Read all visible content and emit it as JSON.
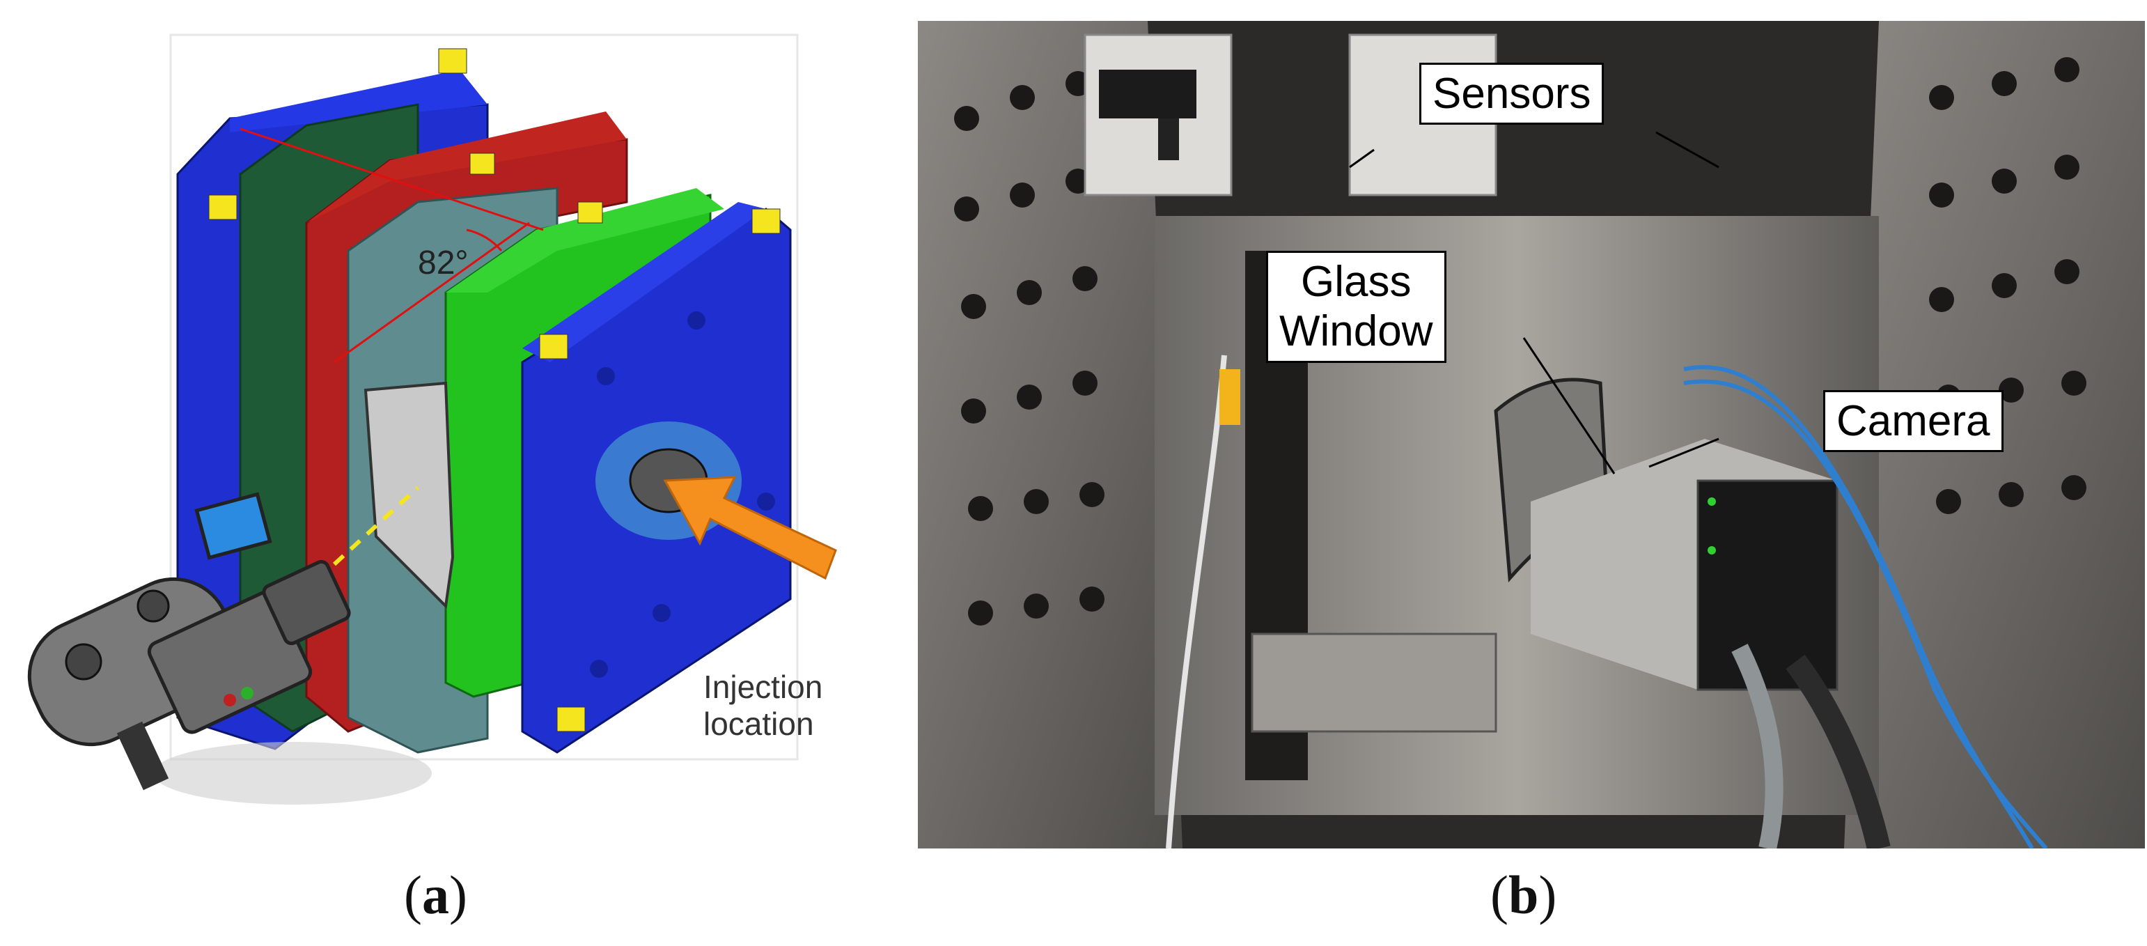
{
  "panel_a": {
    "angle_label": "82°",
    "injection_label_line1": "Injection",
    "injection_label_line2": "location",
    "caption_open": "(",
    "caption_letter": "a",
    "caption_close": ")"
  },
  "panel_b": {
    "callouts": {
      "sensors": "Sensors",
      "glass_line1": "Glass",
      "glass_line2": "Window",
      "camera": "Camera"
    },
    "caption_open": "(",
    "caption_letter": "b",
    "caption_close": ")"
  },
  "colors": {
    "mold_blue": "#1f2fd0",
    "mold_red": "#b3201f",
    "mold_green": "#22c21f",
    "mold_dark_green": "#1e5a36",
    "mold_teal": "#5e8c8f",
    "arrow_orange": "#f5901e",
    "angle_line_red": "#e01010"
  }
}
